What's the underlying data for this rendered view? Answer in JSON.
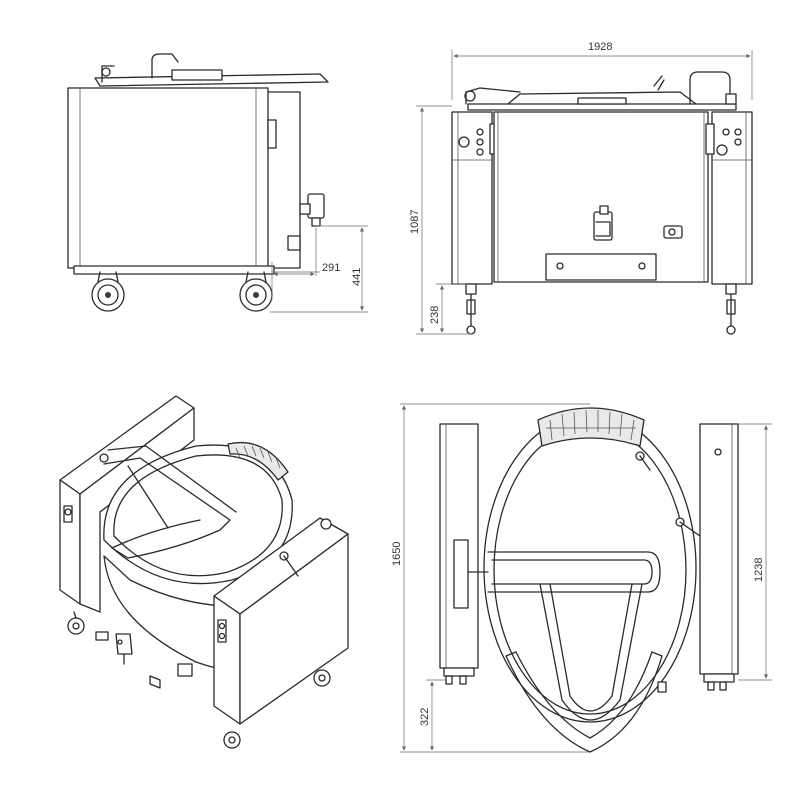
{
  "colors": {
    "line": "#2a2a2a",
    "dimension": "#6a6a6a",
    "background": "#ffffff"
  },
  "dimensions": {
    "width_front": "1928",
    "height_front": "1087",
    "leg_height_front": "238",
    "outlet_offset_side": "291",
    "outlet_height_side": "441",
    "depth_top": "1650",
    "height_top_right": "1238",
    "outlet_offset_top": "322"
  }
}
